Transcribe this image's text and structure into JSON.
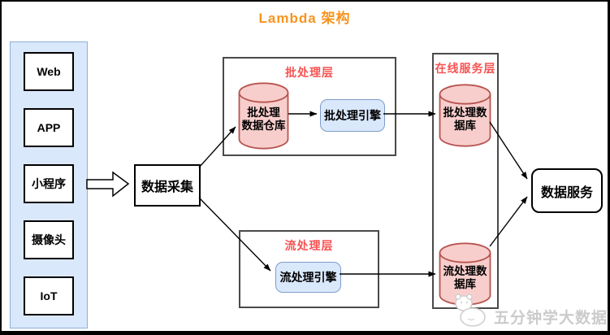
{
  "title": "Lambda 架构",
  "sources": [
    "Web",
    "APP",
    "小程序",
    "摄像头",
    "IoT"
  ],
  "collect": {
    "label": "数据采集"
  },
  "batch_layer": {
    "label": "批处理层",
    "warehouse": {
      "line1": "批处理",
      "line2": "数据仓库"
    },
    "engine": "批处理引擎"
  },
  "stream_layer": {
    "label": "流处理层",
    "engine": "流处理引擎"
  },
  "serving_layer": {
    "label": "在线服务层",
    "batch_db": {
      "line1": "批处理数",
      "line2": "据库"
    },
    "stream_db": {
      "line1": "流处理数",
      "line2": "据库"
    }
  },
  "service": {
    "label": "数据服务"
  },
  "watermark": {
    "text": "五分钟学大数据"
  },
  "colors": {
    "title_orange": "#F7941E",
    "layer_label_red": "#F75353",
    "cylinder_fill": "#F8CECC",
    "cylinder_stroke": "#B85450",
    "engine_fill": "#DAE8FC",
    "engine_stroke": "#7E9CC8",
    "source_panel_fill": "#DAE8FC",
    "source_panel_stroke": "#8FAFD4",
    "layer_border": "#4A4A4A",
    "watermark_gray": "#CBCBCB"
  }
}
